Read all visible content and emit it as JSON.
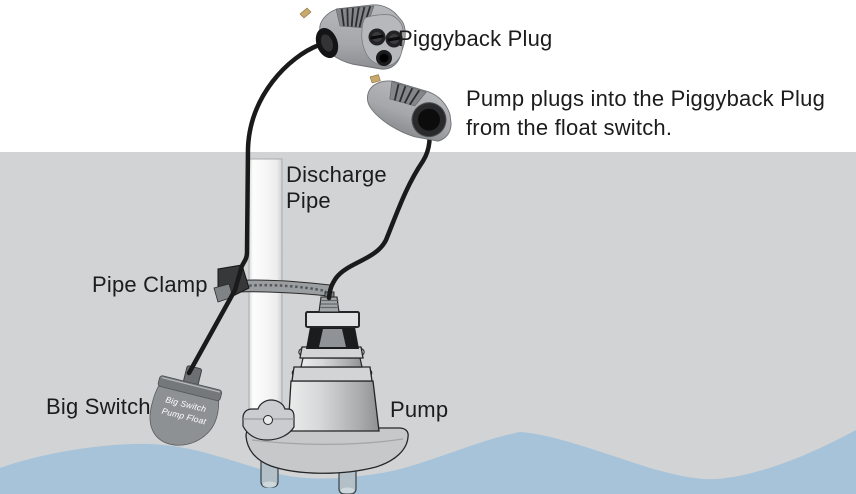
{
  "diagram": {
    "labels": {
      "piggyback_plug": "Piggyback Plug",
      "caption": "Pump plugs into the Piggyback Plug\nfrom the float switch.",
      "discharge_pipe": "Discharge\nPipe",
      "pipe_clamp": "Pipe Clamp",
      "big_switch": "Big Switch",
      "pump": "Pump"
    },
    "float_label": {
      "line1": "Big Switch",
      "line2": "Pump Float"
    },
    "colors": {
      "background": "#ffffff",
      "pit_gray": "#d1d3d4",
      "water_blue": "#a6c3d9",
      "cable_black": "#1a1a1a",
      "device_gray": "#a9abae",
      "brass": "#c9a86b",
      "label_text": "#1c1c1c",
      "float_text": "#ffffff"
    }
  }
}
